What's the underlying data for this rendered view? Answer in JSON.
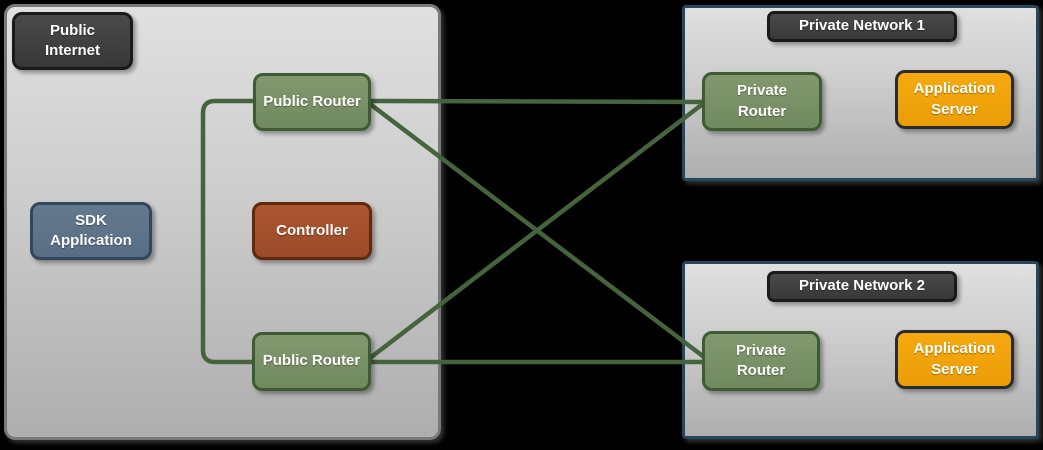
{
  "diagram": {
    "public_internet": {
      "label": "Public Internet",
      "sdk_application_label": "SDK Application",
      "controller_label": "Controller",
      "public_router_top_label": "Public Router",
      "public_router_bottom_label": "Public Router"
    },
    "private_network_1": {
      "label": "Private Network 1",
      "private_router_label": "Private Router",
      "application_server_label": "Application Server"
    },
    "private_network_2": {
      "label": "Private Network 2",
      "private_router_label": "Private Router",
      "application_server_label": "Application Server"
    },
    "connections": [
      "public-router-top <-> public-router-bottom",
      "public-router-top <-> private-router-1",
      "public-router-top <-> private-router-2",
      "public-router-bottom <-> private-router-1",
      "public-router-bottom <-> private-router-2"
    ],
    "colors": {
      "background": "#000000",
      "zone_fill_top": "#e0e0e0",
      "zone_fill_bottom": "#aeaeae",
      "public_internet_border": "#787878",
      "private_network_border": "#24475e",
      "dark_label_fill": "#404040",
      "dark_label_border": "#1a1a1a",
      "router_fill": "#7a9268",
      "router_border": "#3e5c33",
      "controller_fill": "#a5512e",
      "controller_border": "#5f2a10",
      "sdk_application_fill": "#5e7489",
      "sdk_application_border": "#31485c",
      "application_server_fill": "#f2a20d",
      "application_server_border": "#2b2b2b",
      "connector_line": "#45633c",
      "text": "#ffffff"
    }
  }
}
